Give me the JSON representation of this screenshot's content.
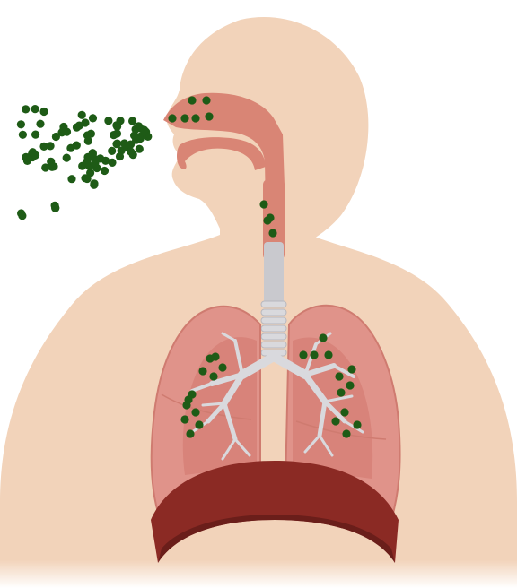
{
  "colors": {
    "skin": "#F2D3BA",
    "skin_shadow": "#E9C4A6",
    "airway": "#D98575",
    "airway_dark": "#C26A5B",
    "lung": "#E0938A",
    "lung_inner": "#D8837A",
    "lung_edge": "#CF7B70",
    "bronchi": "#D9D9DD",
    "trachea": "#C9C9CE",
    "diaphragm": "#8B2A24",
    "diaphragm_dark": "#6A1E1A",
    "particle": "#1E5B16"
  },
  "particles": {
    "cloud_count": 90,
    "in_nose": 6,
    "in_trachea": 4,
    "in_left_lung": 12,
    "in_right_lung": 12
  }
}
